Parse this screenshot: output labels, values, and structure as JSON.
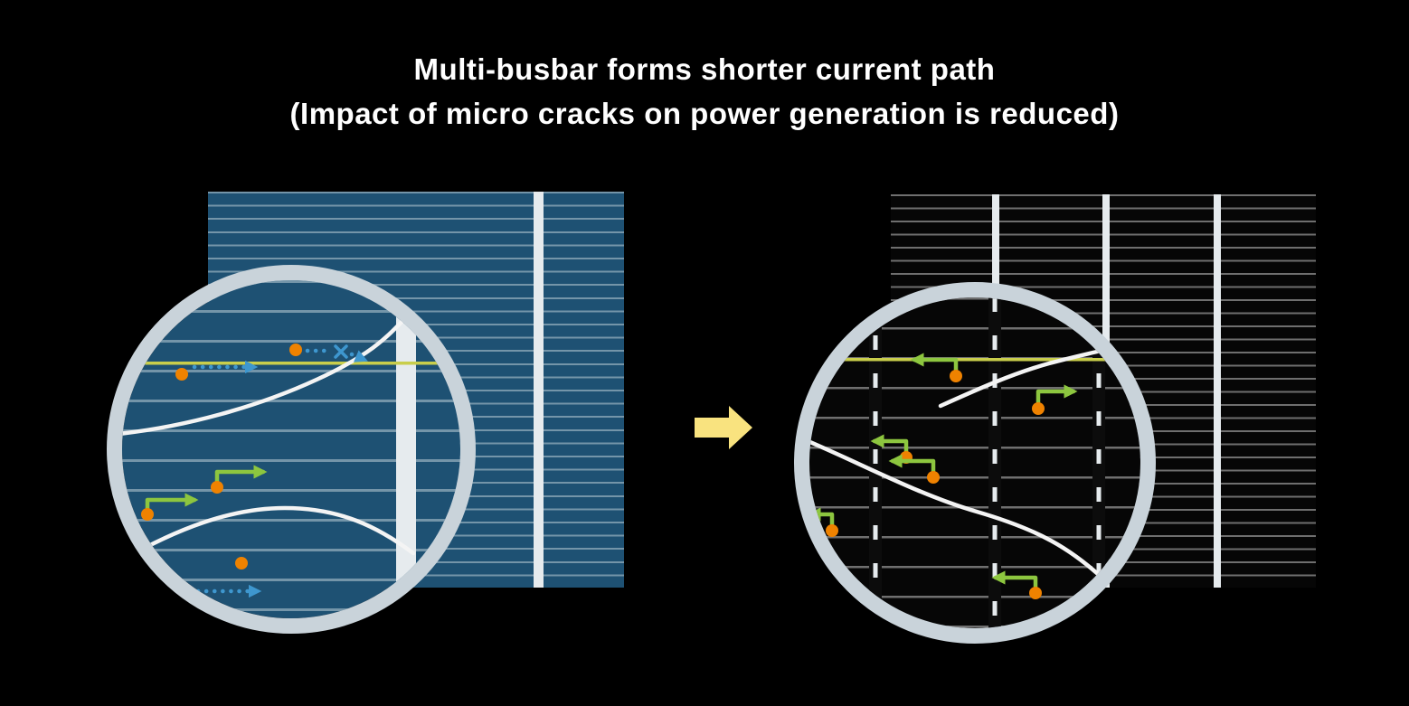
{
  "title": {
    "line1": "Multi-busbar forms shorter current path",
    "line2": "(Impact of micro cracks on power generation is reduced)"
  },
  "icons": {
    "transition_arrow": "right-block-arrow",
    "blocked_path": "x-mark",
    "long_path": "dotted-arrow",
    "short_path": "elbow-arrow"
  },
  "colors": {
    "background": "#000000",
    "cell_blue": "#1e5173",
    "finger_blue": "#7495a9",
    "cell_black": "#060606",
    "finger_gray": "#6f6f6f",
    "buscol_black": "#0c0c0c",
    "busbar_white": "#e6ebee",
    "ring_gray": "#c9d3da",
    "crack_white": "#f4f4f4",
    "path_long_blue": "#3e97cf",
    "path_short_green": "#8dc63f",
    "dot_orange": "#ef8200",
    "highlight_yellow_line": "#c9ce4b",
    "transition_arrow_yellow": "#f9e37f"
  }
}
